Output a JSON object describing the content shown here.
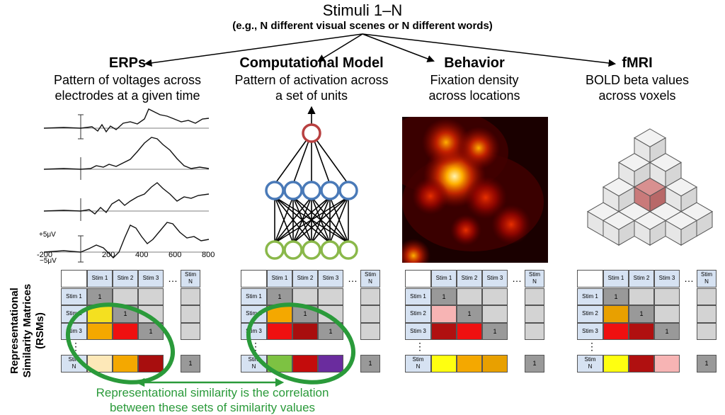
{
  "header": {
    "title": "Stimuli 1–N",
    "subtitle": "(e.g., N different visual scenes or N different words)"
  },
  "columns": [
    {
      "title": "ERPs",
      "desc1": "Pattern of voltages across",
      "desc2": "electrodes at a given time"
    },
    {
      "title": "Computational Model",
      "desc1": "Pattern of activation across",
      "desc2": "a set of units"
    },
    {
      "title": "Behavior",
      "desc1": "Fixation density",
      "desc2": "across locations"
    },
    {
      "title": "fMRI",
      "desc1": "BOLD beta values",
      "desc2": "across voxels"
    }
  ],
  "erp": {
    "ticks": [
      "-200",
      "200",
      "400",
      "600",
      "800"
    ],
    "scale_top": "+5μV",
    "scale_bottom": "−5μV"
  },
  "rsm_label": {
    "line1": "Representational",
    "line2": "Similarity Matrices",
    "line3": "(RSMs)"
  },
  "matrix_labels": {
    "cols": [
      "Stim 1",
      "Stim 2",
      "Stim 3"
    ],
    "rows": [
      "Stim 1",
      "Stim 2",
      "Stim 3"
    ],
    "n_top": "Stim",
    "n_bottom": "N",
    "diag": "1",
    "ellipsis_h": "…",
    "ellipsis_v": "⋮"
  },
  "matrices": [
    {
      "r2c1": "#f4e020",
      "r3c1": "#f4a800",
      "r3c2": "#ef1010",
      "nrow": [
        "#fde8b8",
        "#f4a800",
        "#a80e0e"
      ]
    },
    {
      "r2c1": "#f4a800",
      "r3c1": "#ef1010",
      "r3c2": "#a80e0e",
      "nrow": [
        "#7dc242",
        "#c40c0c",
        "#6a2c9e"
      ]
    },
    {
      "r2c1": "#f7b4b4",
      "r3c1": "#b01010",
      "r3c2": "#ef1010",
      "nrow": [
        "#ffff10",
        "#f4a800",
        "#e8a000"
      ]
    },
    {
      "r2c1": "#e8a000",
      "r3c1": "#ef1010",
      "r3c2": "#b01010",
      "nrow": [
        "#ffff10",
        "#b01010",
        "#f7b4b4"
      ]
    }
  ],
  "caption": {
    "line1": "Representational similarity is the correlation",
    "line2": "between these sets of similarity values"
  },
  "colors": {
    "accent_green": "#2a9a3a",
    "node_red": "#b84040",
    "node_blue": "#4a7ab8",
    "node_green": "#8ab84a",
    "header_cell": "#d6e2f2",
    "diag_cell": "#999999",
    "empty_cell": "#d3d3d3",
    "voxel_highlight": "#c97a7a"
  }
}
